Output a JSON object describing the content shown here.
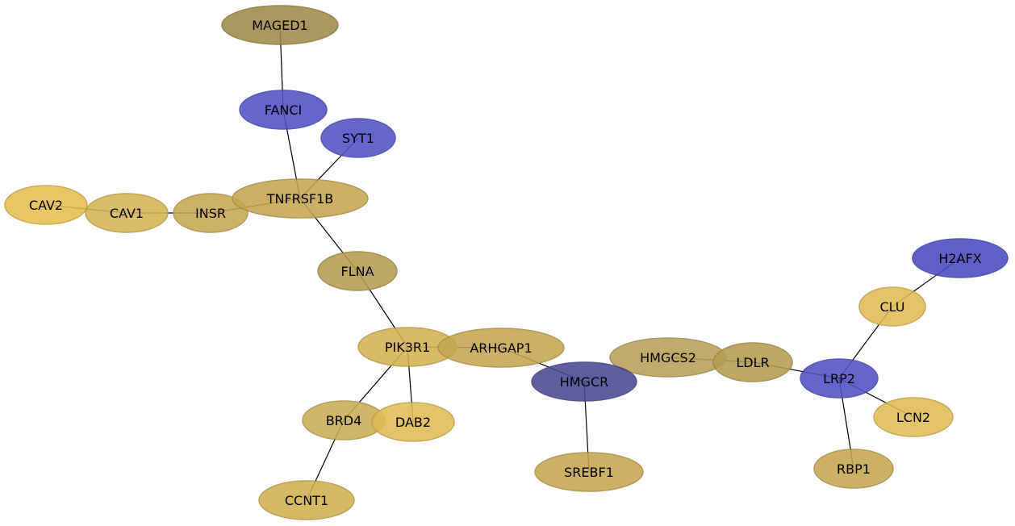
{
  "palette": {
    "gold_bright": "#e6bf4f",
    "gold_mid": "#d1b04f",
    "gold_dark": "#b39c50",
    "olive": "#a08a48",
    "blue": "#5050c4",
    "navy": "#4a4a94"
  },
  "nodes": [
    {
      "id": "MAGED1",
      "label": "MAGED1",
      "color": "#a08a48"
    },
    {
      "id": "FANCI",
      "label": "FANCI",
      "color": "#5050c4"
    },
    {
      "id": "SYT1",
      "label": "SYT1",
      "color": "#5050c4"
    },
    {
      "id": "CAV2",
      "label": "CAV2",
      "color": "#e6bf4f"
    },
    {
      "id": "CAV1",
      "label": "CAV1",
      "color": "#d6b555"
    },
    {
      "id": "INSR",
      "label": "INSR",
      "color": "#c4a853"
    },
    {
      "id": "TNFRSF1B",
      "label": "TNFRSF1B",
      "color": "#c4a650"
    },
    {
      "id": "FLNA",
      "label": "FLNA",
      "color": "#b39c50"
    },
    {
      "id": "H2AFX",
      "label": "H2AFX",
      "color": "#4a4ac0"
    },
    {
      "id": "CLU",
      "label": "CLU",
      "color": "#e0bc55"
    },
    {
      "id": "PIK3R1",
      "label": "PIK3R1",
      "color": "#d4b150"
    },
    {
      "id": "ARHGAP1",
      "label": "ARHGAP1",
      "color": "#c4a650"
    },
    {
      "id": "HMGCS2",
      "label": "HMGCS2",
      "color": "#b8a058"
    },
    {
      "id": "LDLR",
      "label": "LDLR",
      "color": "#b39c50"
    },
    {
      "id": "HMGCR",
      "label": "HMGCR",
      "color": "#4a4a94"
    },
    {
      "id": "LRP2",
      "label": "LRP2",
      "color": "#5050c4"
    },
    {
      "id": "BRD4",
      "label": "BRD4",
      "color": "#c9ad55"
    },
    {
      "id": "DAB2",
      "label": "DAB2",
      "color": "#e0bc55"
    },
    {
      "id": "LCN2",
      "label": "LCN2",
      "color": "#e0bc55"
    },
    {
      "id": "SREBF1",
      "label": "SREBF1",
      "color": "#c4a650"
    },
    {
      "id": "RBP1",
      "label": "RBP1",
      "color": "#c4a650"
    },
    {
      "id": "CCNT1",
      "label": "CCNT1",
      "color": "#d1b04f"
    }
  ],
  "edges": [
    [
      "MAGED1",
      "FANCI"
    ],
    [
      "FANCI",
      "TNFRSF1B"
    ],
    [
      "SYT1",
      "TNFRSF1B"
    ],
    [
      "CAV2",
      "CAV1"
    ],
    [
      "CAV1",
      "INSR"
    ],
    [
      "INSR",
      "TNFRSF1B"
    ],
    [
      "TNFRSF1B",
      "FLNA"
    ],
    [
      "FLNA",
      "PIK3R1"
    ],
    [
      "PIK3R1",
      "ARHGAP1"
    ],
    [
      "PIK3R1",
      "BRD4"
    ],
    [
      "PIK3R1",
      "DAB2"
    ],
    [
      "BRD4",
      "CCNT1"
    ],
    [
      "ARHGAP1",
      "HMGCR"
    ],
    [
      "HMGCR",
      "SREBF1"
    ],
    [
      "HMGCS2",
      "LDLR"
    ],
    [
      "LDLR",
      "LRP2"
    ],
    [
      "LRP2",
      "CLU"
    ],
    [
      "CLU",
      "H2AFX"
    ],
    [
      "LRP2",
      "LCN2"
    ],
    [
      "LRP2",
      "RBP1"
    ]
  ]
}
